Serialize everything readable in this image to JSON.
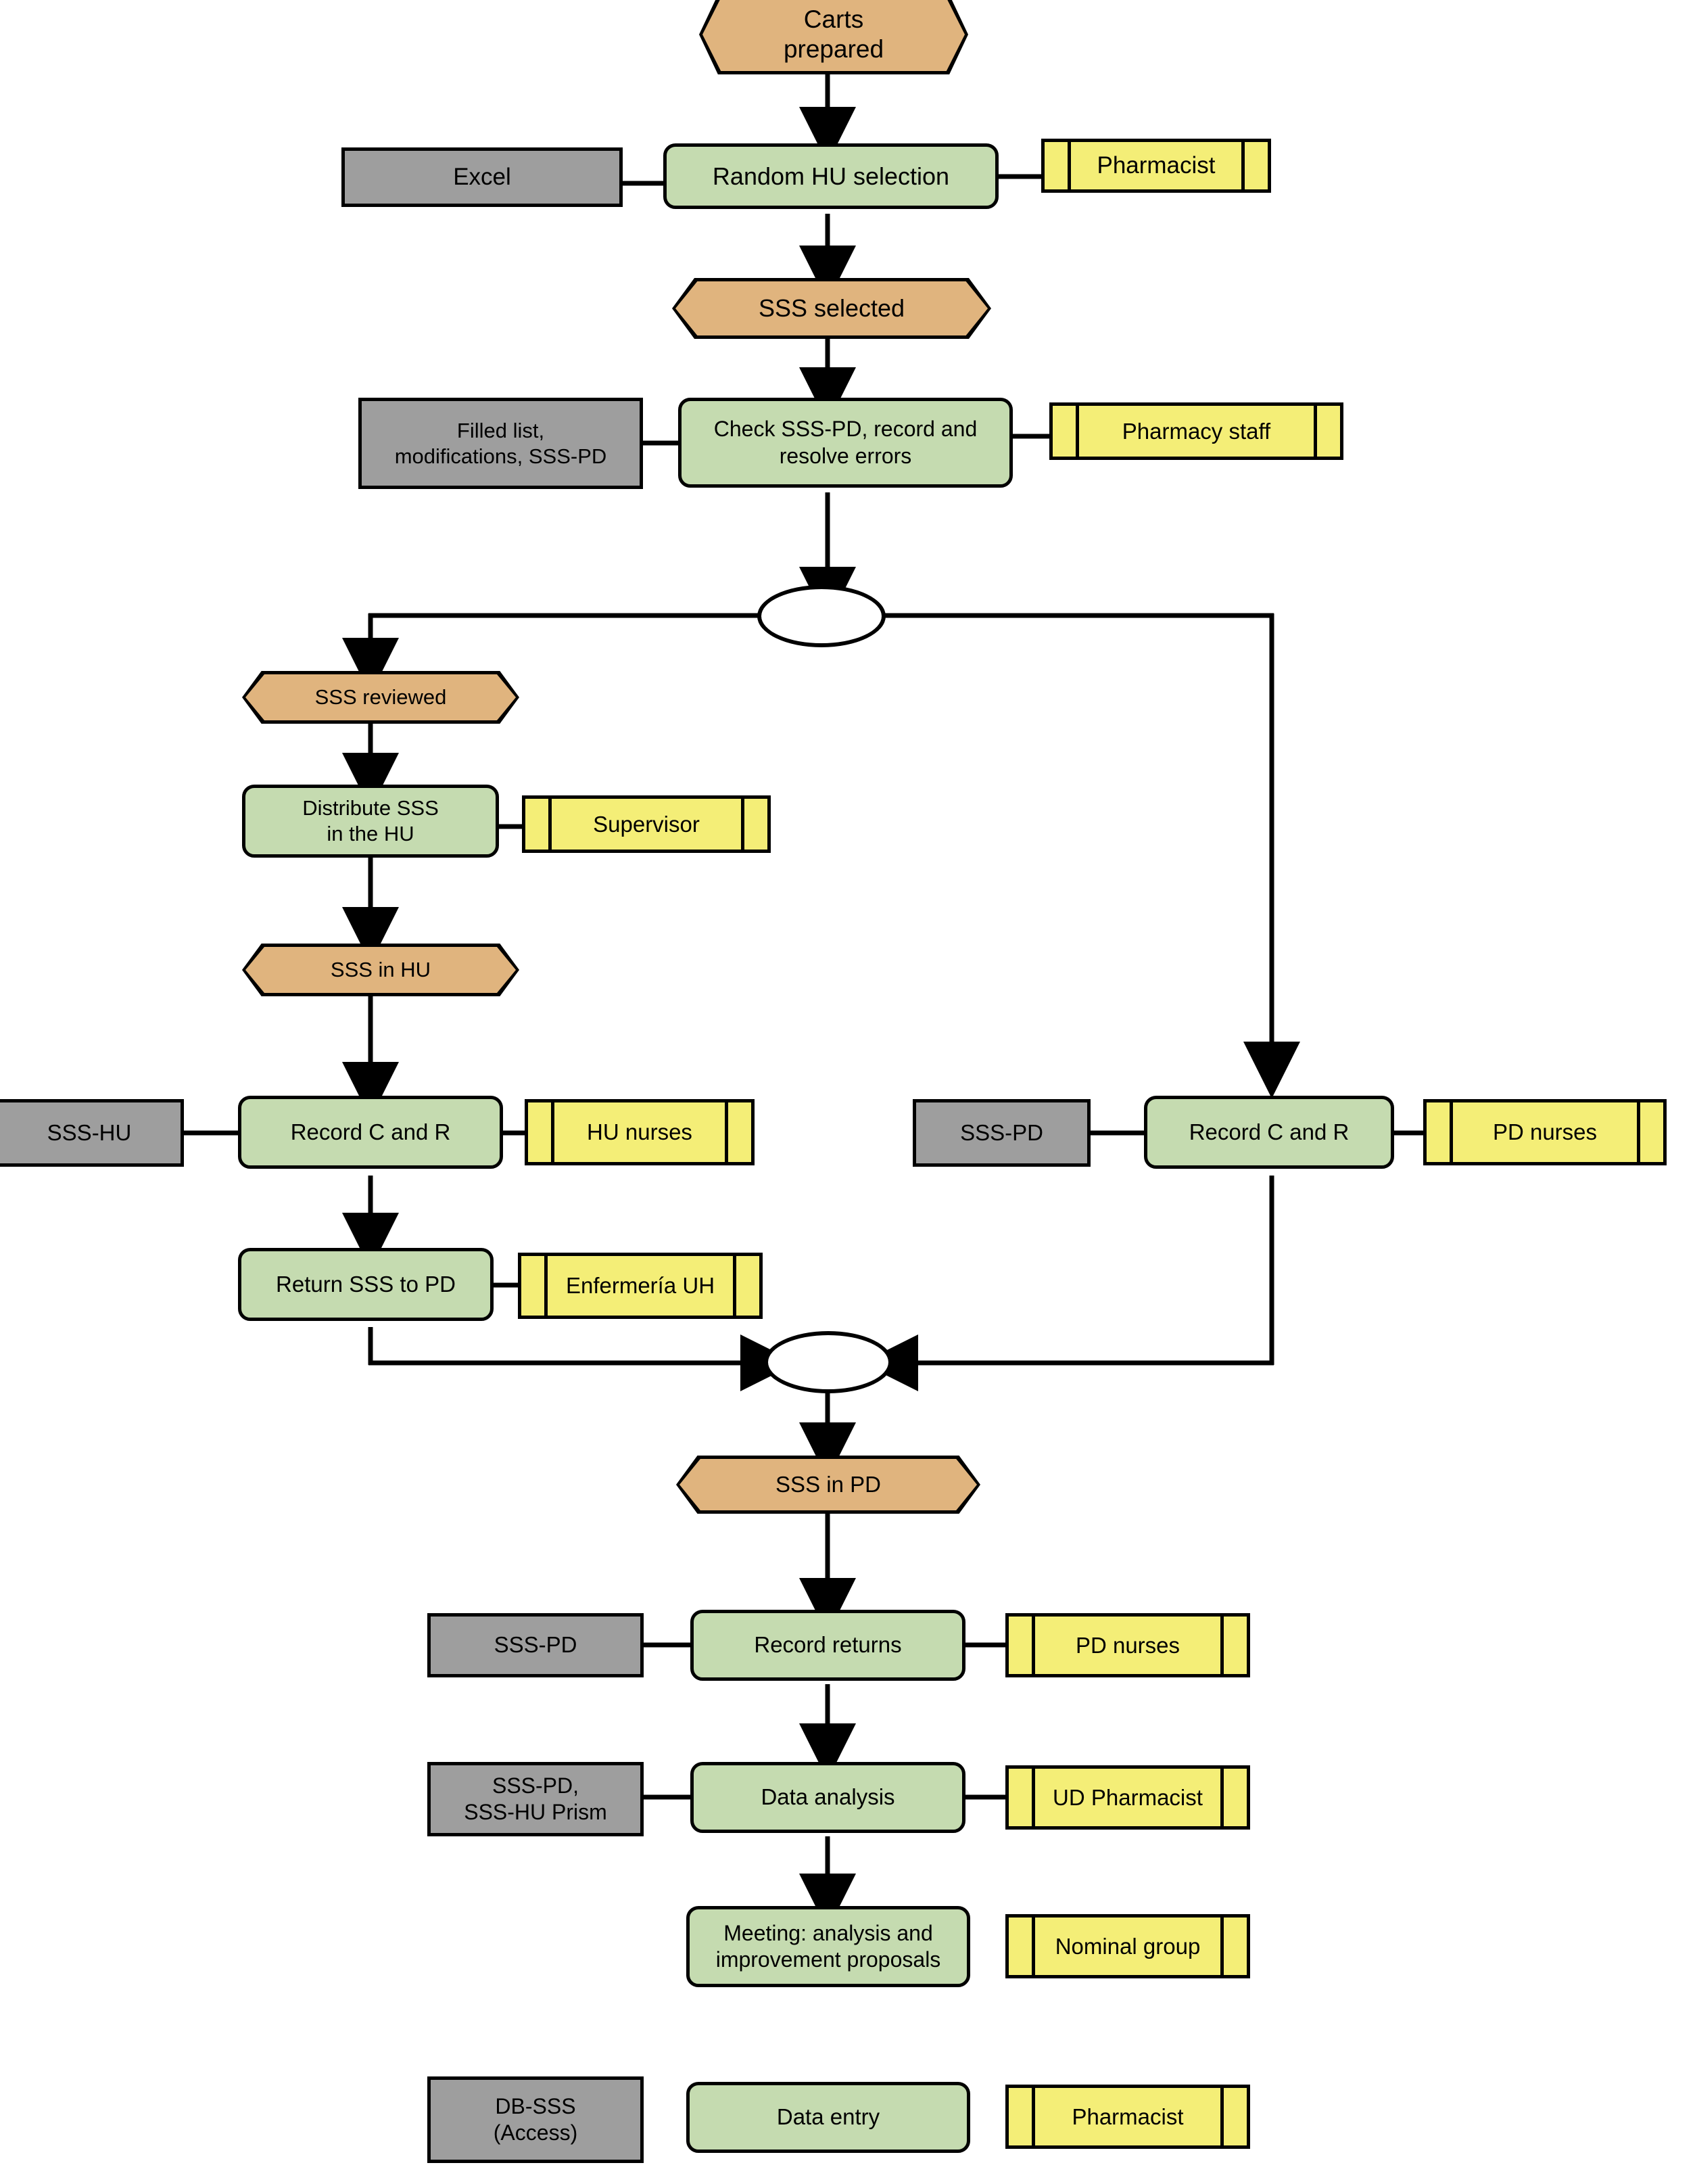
{
  "diagram": {
    "title": "Unit-dose cart review process flowchart",
    "colors": {
      "event_fill": "#e0b47e",
      "activity_fill": "#c5dbb0",
      "role_fill": "#f4ee77",
      "datastore_fill": "#9e9e9e",
      "stroke": "#000000",
      "background": "#ffffff"
    },
    "legend_shapes": {
      "event": "hexagon",
      "activity": "rounded-rectangle",
      "role": "segmented-rectangle",
      "datastore": "rectangle",
      "junction": "ellipse"
    }
  },
  "nodes": {
    "event_carts_prepared": "Carts\nprepared",
    "event_carts_prepared_line1": "Carts",
    "event_carts_prepared_line2": "prepared",
    "datastore_excel": "Excel",
    "activity_random_hu_selection": "Random HU selection",
    "role_pharmacist_top": "Pharmacist",
    "event_sss_selected": "SSS selected",
    "datastore_filled_list_l1": "Filled list,",
    "datastore_filled_list_l2": "modifications, SSS-PD",
    "activity_check_sss_pd_l1": "Check SSS-PD, record and",
    "activity_check_sss_pd_l2": "resolve errors",
    "role_pharmacy_staff": "Pharmacy staff",
    "event_sss_reviewed": "SSS reviewed",
    "activity_distribute_sss_l1": "Distribute SSS",
    "activity_distribute_sss_l2": "in the HU",
    "role_supervisor": "Supervisor",
    "event_sss_in_hu": "SSS in HU",
    "datastore_sss_hu": "SSS-HU",
    "activity_record_c_and_r_hu": "Record C and R",
    "role_hu_nurses": "HU nurses",
    "datastore_sss_pd_right": "SSS-PD",
    "activity_record_c_and_r_pd": "Record C and R",
    "role_pd_nurses_right": "PD nurses",
    "activity_return_sss_to_pd": "Return SSS to PD",
    "role_enfermeria_uh": "Enfermería UH",
    "event_sss_in_pd": "SSS in PD",
    "datastore_sss_pd_returns": "SSS-PD",
    "activity_record_returns": "Record returns",
    "role_pd_nurses_returns": "PD nurses",
    "datastore_sss_pd_prism_l1": "SSS-PD,",
    "datastore_sss_pd_prism_l2": "SSS-HU Prism",
    "activity_data_analysis": "Data analysis",
    "role_ud_pharmacist": "UD Pharmacist",
    "activity_meeting_l1": "Meeting: analysis and",
    "activity_meeting_l2": "improvement proposals",
    "role_nominal_group": "Nominal group",
    "datastore_db_sss_l1": "DB-SSS",
    "datastore_db_sss_l2": "(Access)",
    "activity_data_entry": "Data entry",
    "role_pharmacist_bottom": "Pharmacist"
  },
  "flow": {
    "sequence": [
      "Carts prepared",
      "Random HU selection",
      "SSS selected",
      "Check SSS-PD, record and resolve errors",
      "split-junction",
      "SSS reviewed",
      "Distribute SSS in the HU",
      "SSS in HU",
      "Record C and R",
      "Return SSS to PD",
      "merge-junction",
      "SSS in PD",
      "Record returns",
      "Data analysis",
      "Meeting: analysis and improvement proposals"
    ],
    "parallel_branch": [
      "split-junction",
      "Record C and R (PD)",
      "merge-junction"
    ]
  }
}
